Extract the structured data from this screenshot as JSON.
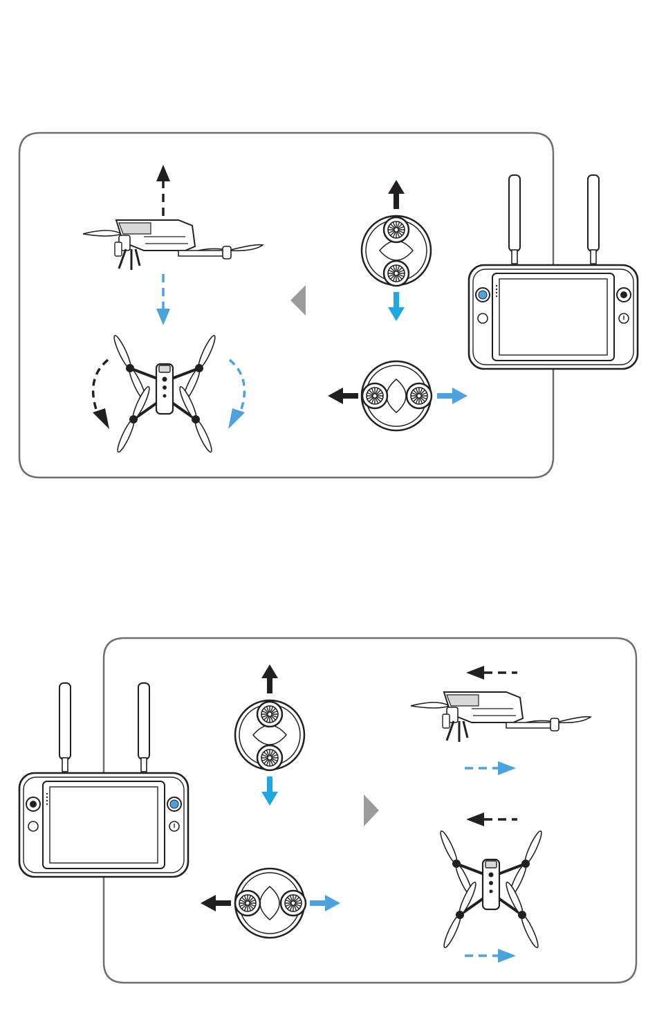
{
  "panels": [
    {
      "id": "left-stick-mode",
      "description_icons": [
        "drone-side-view",
        "drone-top-view",
        "control-stick",
        "remote-controller"
      ],
      "stick_highlight": "left",
      "pointer": "left"
    },
    {
      "id": "right-stick-mode",
      "description_icons": [
        "remote-controller",
        "control-stick",
        "drone-side-view",
        "drone-top-view"
      ],
      "stick_highlight": "right",
      "pointer": "right"
    }
  ],
  "colors": {
    "frame": "#6d6e71",
    "arrow_dark": "#231f20",
    "arrow_blue": "#4aa3df",
    "arrow_cyan": "#1fa7e1",
    "pointer": "#9a9b9d",
    "stick_highlight": "#4aa3df"
  }
}
